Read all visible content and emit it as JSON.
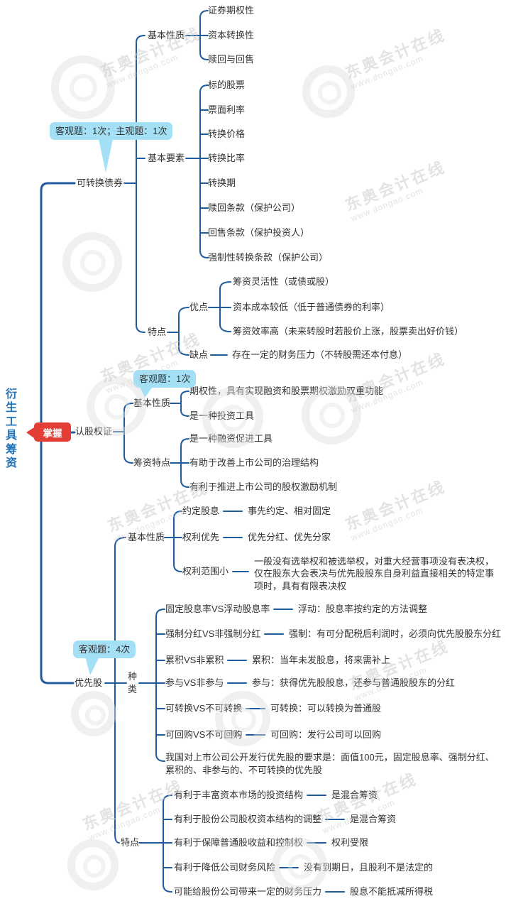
{
  "root": {
    "title": "衍生工具筹资",
    "badge": "掌握"
  },
  "callouts": {
    "convertible": "客观题：1次；主观题：1次",
    "warrant": "客观题：1次",
    "preferred": "客观题：4次"
  },
  "convertible": {
    "label": "可转换债券",
    "nature": {
      "label": "基本性质",
      "items": [
        "证券期权性",
        "资本转换性",
        "赎回与回售"
      ]
    },
    "elements": {
      "label": "基本要素",
      "items": [
        "标的股票",
        "票面利率",
        "转换价格",
        "转换比率",
        "转换期",
        "赎回条款（保护公司）",
        "回售条款（保护投资人）",
        "强制性转换条款（保护公司）"
      ]
    },
    "features": {
      "label": "特点",
      "pros": {
        "label": "优点",
        "items": [
          "筹资灵活性（或债或股）",
          "资本成本较低（低于普通债券的利率）",
          "筹资效率高（未来转股时若股价上涨，股票卖出好价钱）"
        ]
      },
      "cons": {
        "label": "缺点",
        "value": "存在一定的财务压力（不转股需还本付息）"
      }
    }
  },
  "warrant": {
    "label": "认股权证",
    "nature": {
      "label": "基本性质",
      "items": [
        "期权性，具有实现融资和股票期权激励双重功能",
        "是一种投资工具"
      ]
    },
    "features": {
      "label": "筹资特点",
      "items": [
        "是一种融资促进工具",
        "有助于改善上市公司的治理结构",
        "有利于推进上市公司的股权激励机制"
      ]
    }
  },
  "preferred": {
    "label": "优先股",
    "nature": {
      "label": "基本性质",
      "pairs": [
        {
          "term": "约定股息",
          "desc": "事先约定、相对固定"
        },
        {
          "term": "权利优先",
          "desc": "优先分红、优先分家"
        },
        {
          "term": "权利范围小",
          "desc": "一般没有选举权和被选举权，对重大经营事项没有表决权，仅在股东大会表决与优先股股东自身利益直接相关的特定事项时，具有有限表决权"
        }
      ]
    },
    "types": {
      "label": "种类",
      "pairs": [
        {
          "term": "固定股息率VS浮动股息率",
          "desc": "浮动：股息率按约定的方法调整"
        },
        {
          "term": "强制分红VS非强制分红",
          "desc": "强制：有可分配税后利润时，必须向优先股股东分红"
        },
        {
          "term": "累积VS非累积",
          "desc": "累积：当年未发股息，将来需补上"
        },
        {
          "term": "参与VS非参与",
          "desc": "参与：获得优先股股息，还参与普通股股东的分红"
        },
        {
          "term": "可转换VS不可转换",
          "desc": "可转换：可以转换为普通股"
        },
        {
          "term": "可回购VS不可回购",
          "desc": "可回购：发行公司可以回购"
        }
      ],
      "note": "我国对上市公司公开发行优先股的要求是：面值100元，固定股息率、强制分红、累积的、非参与的、不可转换的优先股"
    },
    "features": {
      "label": "特点",
      "pairs": [
        {
          "term": "有利于丰富资本市场的投资结构",
          "desc": "是混合筹资"
        },
        {
          "term": "有利于股份公司股权资本结构的调整",
          "desc": "是混合筹资"
        },
        {
          "term": "有利于保障普通股收益和控制权",
          "desc": "权利受限"
        },
        {
          "term": "有利于降低公司财务风险",
          "desc": "没有到期日，且股利不是法定的"
        },
        {
          "term": "可能给股份公司带来一定的财务压力",
          "desc": "股息不能抵减所得税"
        }
      ]
    }
  },
  "watermark": {
    "line1": "东奥会计在线",
    "line2": "www.dongao.com"
  },
  "colors": {
    "line": "#1f5c9f",
    "text": "#333333",
    "root_text": "#2273b9",
    "callout_bg": "#a3e0f6",
    "badge_bg": "#e23e36"
  }
}
